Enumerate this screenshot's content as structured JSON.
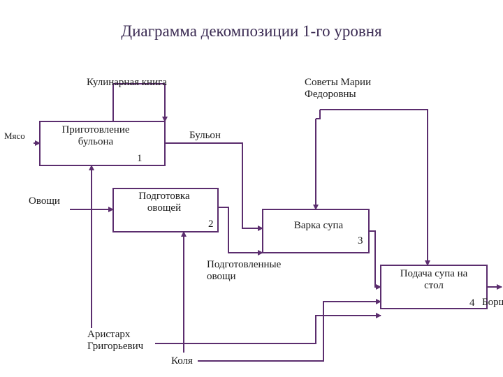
{
  "title": "Диаграмма декомпозиции 1-го уровня",
  "colors": {
    "line": "#5b2d6e",
    "text": "#1a1a1a",
    "title": "#3a2a52"
  },
  "controls": {
    "cookbook": "Кулинарная книга",
    "advice": "Советы Марии\nФедоровны"
  },
  "inputs": {
    "meat": "Мясо",
    "vegetables": "Овощи"
  },
  "mechanisms": {
    "aristarkh": "Аристарх\nГригорьевич",
    "kolya": "Коля"
  },
  "intermediate": {
    "broth": "Бульон",
    "prepared_vegetables": "Подготовленные\nовощи"
  },
  "output": {
    "borscht": "Борщ"
  },
  "blocks": [
    {
      "label": "Приготовление\nбульона",
      "number": "1"
    },
    {
      "label": "Подготовка\nовощей",
      "number": "2"
    },
    {
      "label": "Варка супа",
      "number": "3"
    },
    {
      "label": "Подача супа на\nстол",
      "number": "4"
    }
  ]
}
